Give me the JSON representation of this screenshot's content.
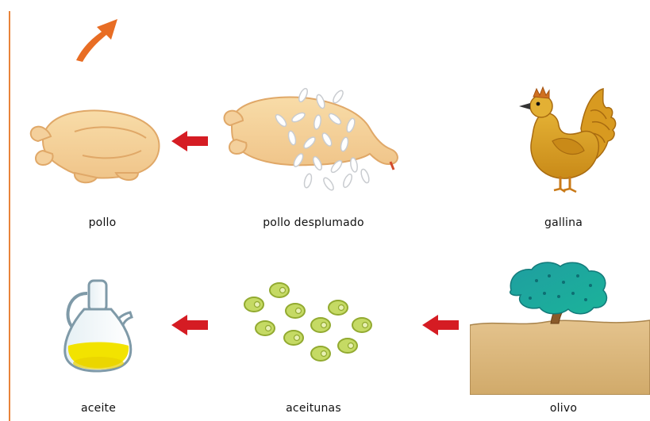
{
  "colors": {
    "accent_rule": "#e8833a",
    "arrow_red": "#d51c23",
    "arrow_orange": "#e86d24",
    "chicken_skin": "#f4cf9b",
    "hen_gold": "#d89a20",
    "olive_green": "#b7cf4a",
    "oil_yellow": "#f2e300",
    "tree_teal": "#1aa59d",
    "soil_tan": "#d8b57b"
  },
  "top_arrow": {
    "icon": "diagonal-up-right-arrow-icon"
  },
  "row1": {
    "items": [
      {
        "label": "pollo",
        "icon": "roast-chicken-icon"
      },
      {
        "label": "pollo desplumado",
        "icon": "plucked-chicken-feathers-icon"
      },
      {
        "label": "gallina",
        "icon": "hen-icon"
      }
    ],
    "arrows": [
      {
        "icon": "left-red-arrow-icon"
      }
    ]
  },
  "row2": {
    "items": [
      {
        "label": "aceite",
        "icon": "oil-cruet-icon"
      },
      {
        "label": "aceitunas",
        "icon": "olives-icon"
      },
      {
        "label": "olivo",
        "icon": "olive-tree-icon"
      }
    ],
    "arrows": [
      {
        "icon": "left-red-arrow-icon"
      },
      {
        "icon": "left-red-arrow-icon"
      }
    ]
  }
}
